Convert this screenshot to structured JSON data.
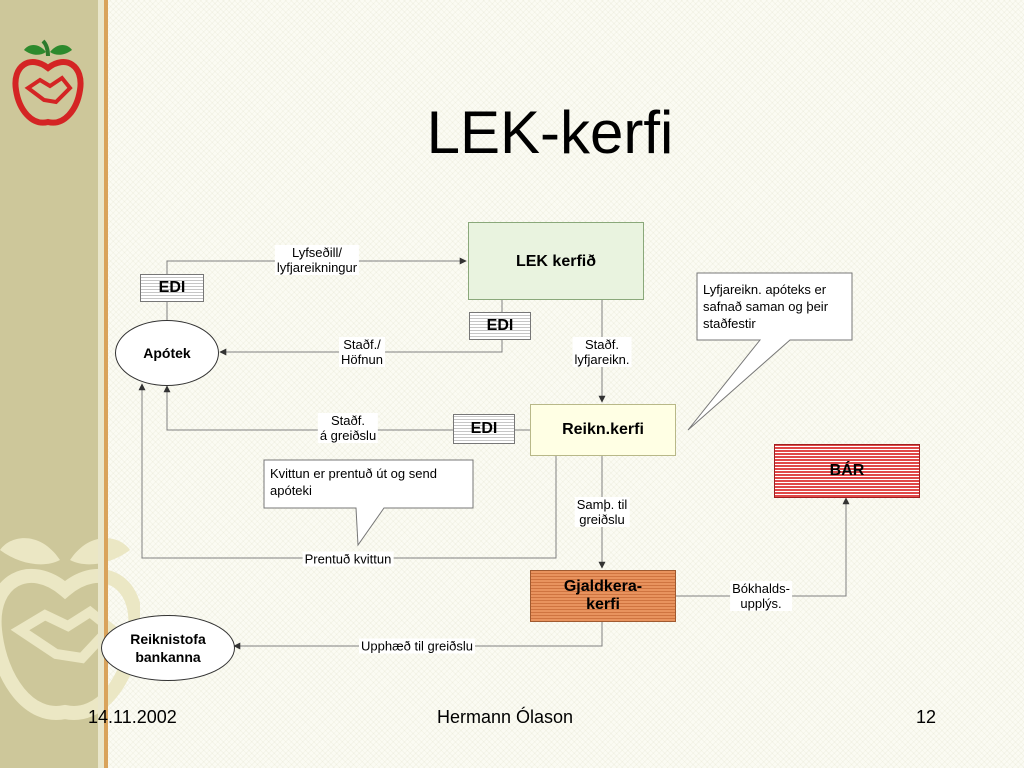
{
  "title": "LEK-kerfi",
  "footer": {
    "date": "14.11.2002",
    "author": "Hermann Ólason",
    "page": "12"
  },
  "nodes": {
    "lek": "LEK kerfið",
    "reikn": "Reikn.kerfi",
    "gjaldkera": [
      "Gjaldkera-",
      "kerfi"
    ],
    "bar": "BÁR",
    "apotek": "Apótek",
    "reiknistofa": [
      "Reiknistofa",
      "bankanna"
    ],
    "edi_apotek": "EDI",
    "edi_lek": "EDI",
    "edi_reikn": "EDI"
  },
  "labels": {
    "lyfsedill": [
      "Lyfseðill/",
      "lyfjareikningur"
    ],
    "stadf_hofnun": [
      "Staðf./",
      "Höfnun"
    ],
    "stadf_lyfjareikn": [
      "Staðf.",
      "lyfjareikn."
    ],
    "stadf_greidslu": [
      "Staðf.",
      "á greiðslu"
    ],
    "samth_greidslu": [
      "Samþ. til",
      "greiðslu"
    ],
    "prentud_kvittun": "Prentuð kvittun",
    "bokhalds": [
      "Bókhalds-",
      "upplýs."
    ],
    "upphaed": "Upphæð til greiðslu"
  },
  "callouts": {
    "lyfjareikn": "Lyfjareikn. apóteks er safnað saman og þeir staðfestir",
    "kvittun": "Kvittun er prentuð út og send apóteki"
  },
  "colors": {
    "lek_fill": "#e9f3df",
    "reikn_fill": "#ffffe4",
    "gjaldkera_fill": "#e08a55",
    "bar_fill": "#d43a3a",
    "connector": "#808080"
  }
}
